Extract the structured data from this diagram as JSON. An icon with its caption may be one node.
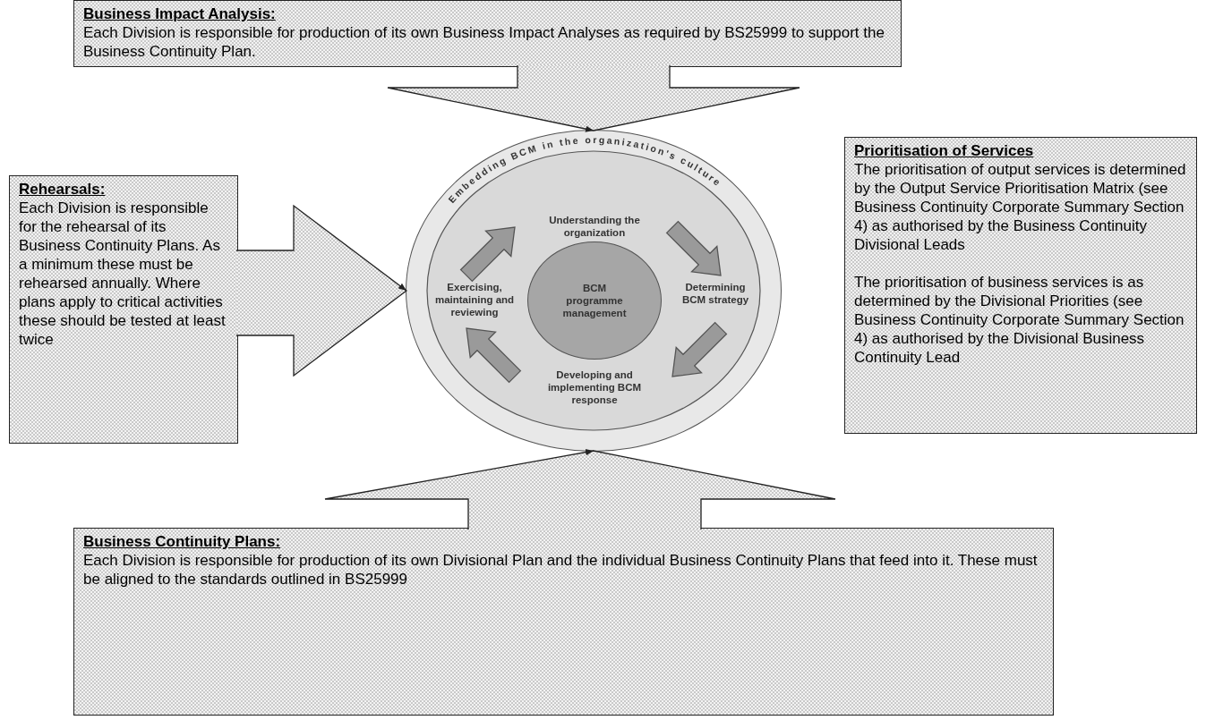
{
  "diagram": {
    "nodes": [
      {
        "text": [
          "Business Impact Analysis:",
          "Each Division is responsible for production of its own Business Impact Analyses as required by BS25999 to support the Business Continuity Plan."
        ]
      },
      {
        "text": [
          "Rehearsals:",
          "Each Division is responsible for the rehearsal of its Business Continuity Plans. As a minimum these must be rehearsed annually. Where plans apply to critical activities these should be tested at least twice"
        ]
      },
      {
        "text": [
          "Prioritisation of Services",
          "The prioritisation of output services is determined by the Output Service Prioritisation Matrix (see Business Continuity Corporate Summary Section 4) as authorised by the Business Continuity Divisional Leads",
          "The prioritisation of business services is as determined by the Divisional Priorities (see Business Continuity Corporate Summary Section 4) as authorised by the Divisional Business Continuity Lead"
        ]
      },
      {
        "text": [
          "Business Continuity Plans:",
          "Each Division is responsible for production of its own Divisional Plan and the individual Business Continuity Plans that feed into it. These must be aligned to the standards outlined in BS25999"
        ]
      },
      {
        "text": [
          "Embedding BCM in the organization's culture"
        ]
      },
      {
        "text": [
          "Understanding the organization"
        ],
        "in": 4
      },
      {
        "text": [
          "Determining BCM strategy"
        ],
        "in": 4
      },
      {
        "text": [
          "Developing and implementing BCM response"
        ],
        "in": 4
      },
      {
        "text": [
          "Exercising, maintaining and reviewing"
        ],
        "in": 4
      },
      {
        "text": [
          "BCM programme management"
        ],
        "in": 4
      }
    ],
    "edges": [
      {
        "from": 0,
        "to": 4,
        "arrow": "to"
      },
      {
        "from": 1,
        "to": 4,
        "arrow": "to"
      },
      {
        "from": 3,
        "to": 4,
        "arrow": "to"
      },
      {
        "from": 8,
        "to": 5,
        "arrow": "to"
      },
      {
        "from": 5,
        "to": 6,
        "arrow": "to"
      },
      {
        "from": 6,
        "to": 7,
        "arrow": "to"
      },
      {
        "from": 7,
        "to": 8,
        "arrow": "to"
      }
    ]
  }
}
